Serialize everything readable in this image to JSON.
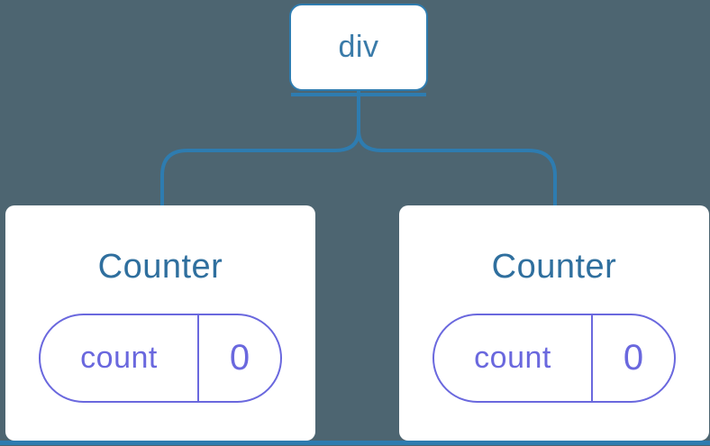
{
  "diagram": {
    "root_node": {
      "label": "div"
    },
    "counters": [
      {
        "title": "Counter",
        "state_key": "count",
        "state_value": "0"
      },
      {
        "title": "Counter",
        "state_key": "count",
        "state_value": "0"
      }
    ],
    "colors": {
      "background": "#4d6571",
      "line_blue": "#2e7cb0",
      "root_label": "#3a7ba9",
      "counter_title": "#2f6f9e",
      "state_purple": "#6a68de",
      "card_white": "#ffffff"
    }
  }
}
